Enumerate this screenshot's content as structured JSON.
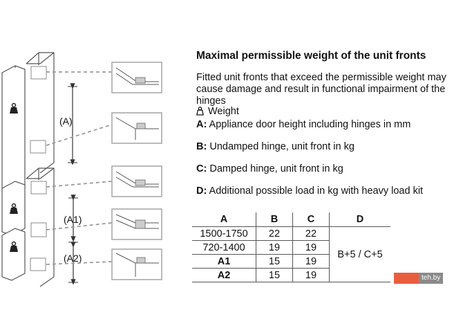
{
  "heading": "Maximal permissible weight of the unit fronts",
  "description": "Fitted unit fronts that exceed the permissible weight may cause damage and result in functional impairment of the hinges",
  "legend": {
    "weight": "Weight",
    "a_key": "A:",
    "a_text": "Appliance door height including hinges in mm",
    "b_key": "B:",
    "b_text": "Undamped hinge, unit front in kg",
    "c_key": "C:",
    "c_text": "Damped hinge, unit front in kg",
    "d_key": "D:",
    "d_text": "Additional possible load in kg with heavy load kit"
  },
  "table": {
    "headers": [
      "A",
      "B",
      "C",
      "D"
    ],
    "rows": [
      [
        "1500-1750",
        "22",
        "22"
      ],
      [
        "720-1400",
        "19",
        "19"
      ],
      [
        "A1",
        "15",
        "19"
      ],
      [
        "A2",
        "15",
        "19"
      ]
    ],
    "d_value": "B+5 / C+5"
  },
  "diagram": {
    "label_a": "(A)",
    "label_a1": "(A1)",
    "label_a2": "(A2)"
  },
  "watermark": "teh.by",
  "colors": {
    "line": "#555555",
    "dashed": "#9a9a9a",
    "zoom_box": "#aaaaaa",
    "accent_watermark": "#e85d3d"
  },
  "icons": [
    "weight-icon"
  ]
}
